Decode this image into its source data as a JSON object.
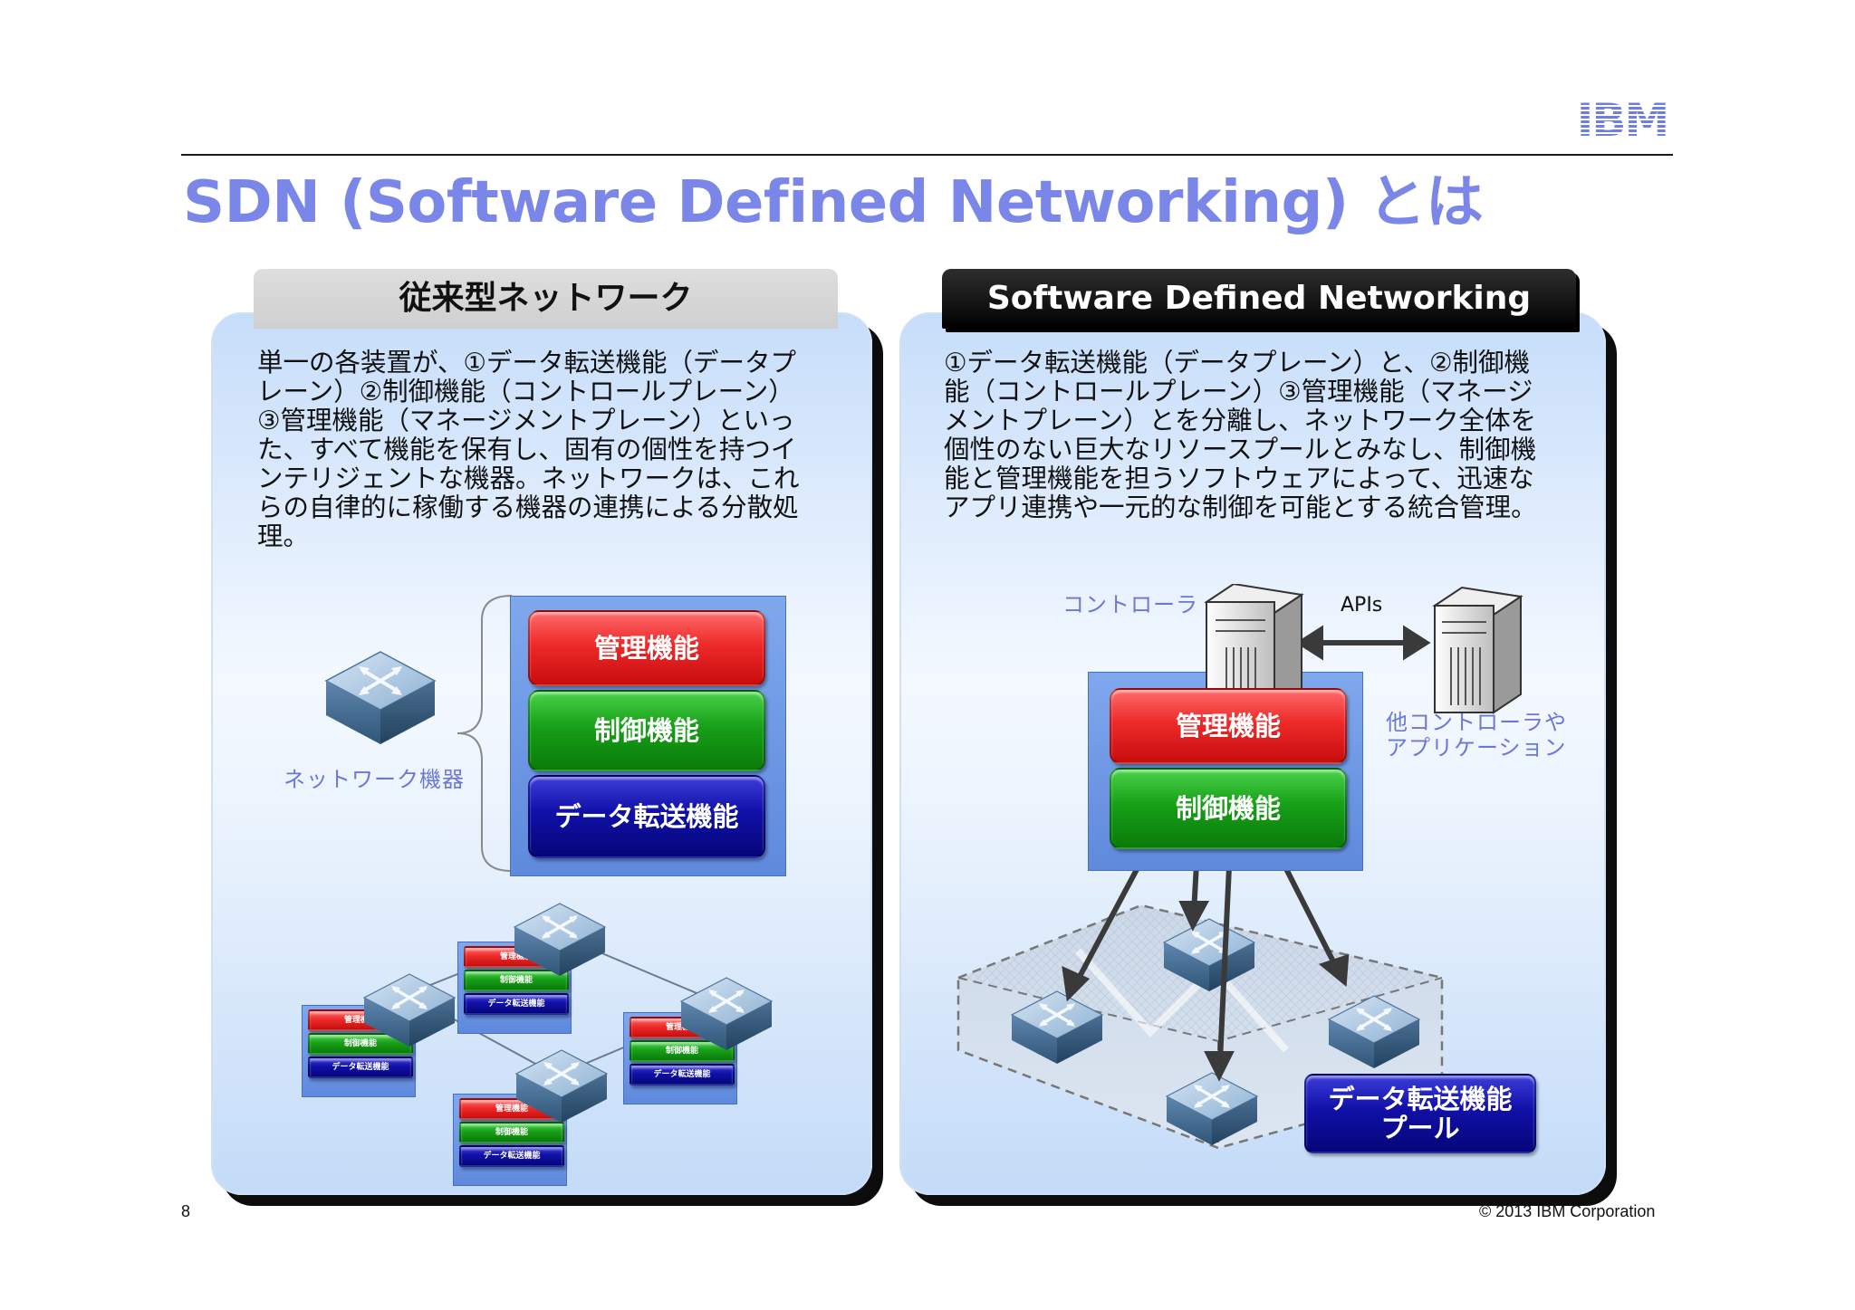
{
  "header": {
    "logo_text": "IBM",
    "title": "SDN (Software Defined Networking) とは"
  },
  "left_panel": {
    "heading": "従来型ネットワーク",
    "description_lines": [
      "単一の各装置が、①データ転送機能（データプ",
      "レーン）②制御機能（コントロールプレーン）",
      "③管理機能（マネージメントプレーン）といっ",
      "た、すべて機能を保有し、固有の個性を持つイ",
      "ンテリジェントな機器。ネットワークは、これ",
      "らの自律的に稼働する機器の連携による分散処",
      "理。"
    ],
    "device_label": "ネットワーク機器",
    "stack": {
      "mgmt": "管理機能",
      "ctrl": "制御機能",
      "data": "データ転送機能"
    },
    "mini_stack": {
      "mgmt": "管理機能",
      "ctrl": "制御機能",
      "data": "データ転送機能"
    }
  },
  "right_panel": {
    "heading": "Software Defined Networking",
    "description_lines": [
      "①データ転送機能（データプレーン）と、②制御機",
      "能（コントロールプレーン）③管理機能（マネージ",
      "メントプレーン）とを分離し、ネットワーク全体を",
      "個性のない巨大なリソースプールとみなし、制御機",
      "能と管理機能を担うソフトウェアによって、迅速な",
      "アプリ連携や一元的な制御を可能とする統合管理。"
    ],
    "controller_label": "コントローラ",
    "apis_label": "APIs",
    "other_label_lines": [
      "他コントローラや",
      "アプリケーション"
    ],
    "stack": {
      "mgmt": "管理機能",
      "ctrl": "制御機能"
    },
    "pool_lines": [
      "データ転送機能",
      "プール"
    ]
  },
  "footer": {
    "page_number": "8",
    "copyright": "© 2013 IBM Corporation"
  },
  "colors": {
    "title_blue": "#7b87e8",
    "label_blue": "#6b78d8",
    "mgmt_red": "#e02020",
    "ctrl_green": "#139a13",
    "data_navy": "#0c0c9c"
  }
}
